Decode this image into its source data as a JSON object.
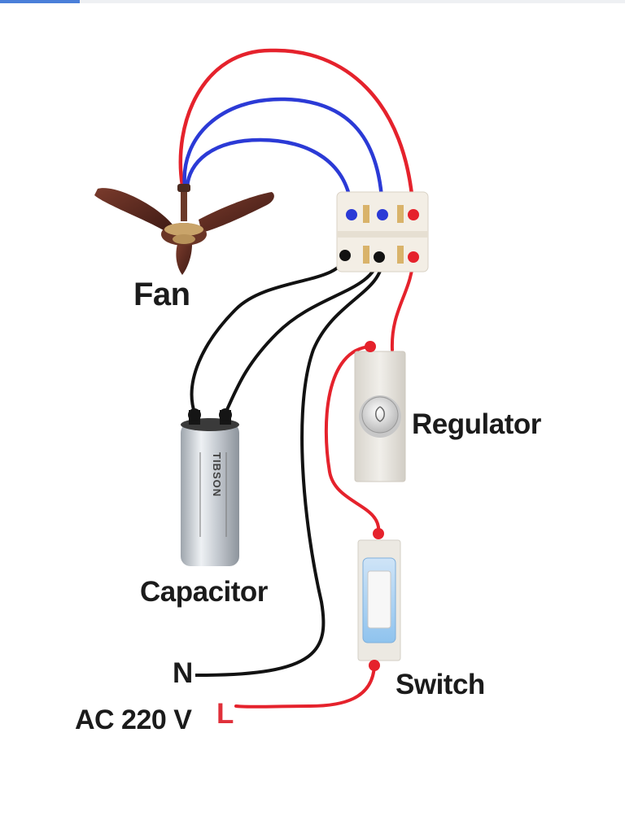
{
  "labels": {
    "fan": "Fan",
    "regulator": "Regulator",
    "capacitor": "Capacitor",
    "switch": "Switch",
    "neutral": "N",
    "line": "L",
    "supply": "AC 220 V"
  },
  "capacitor_brand": "TIBSON",
  "colors": {
    "live_wire": "#e5222c",
    "fan_wire": "#2b3ad6",
    "neutral_wire": "#121212",
    "line_label": "#e0303a",
    "fan_blade": "#5a2a1f"
  }
}
